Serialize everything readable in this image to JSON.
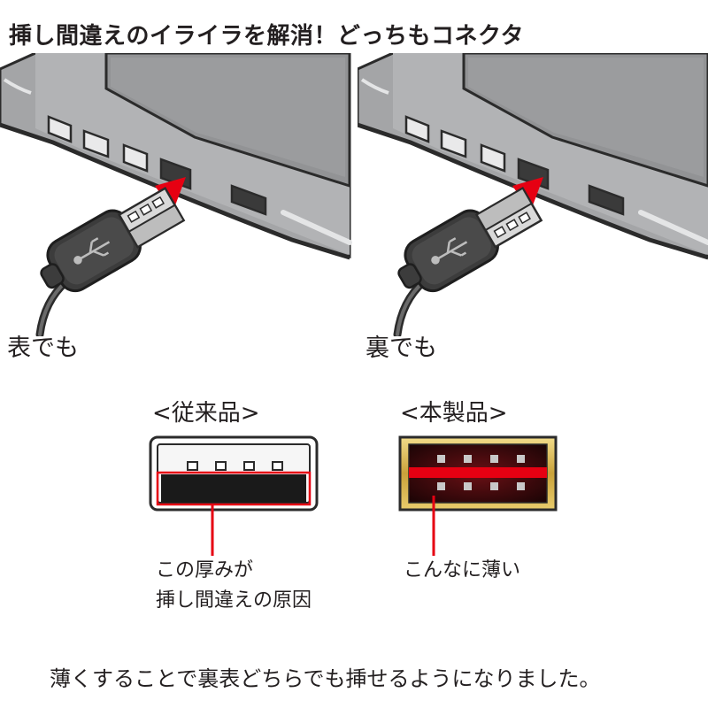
{
  "headline": "挿し間違えのイライラを解消！どっちもコネクタ",
  "panels": {
    "front_label": "表でも",
    "back_label": "裏でも"
  },
  "comparison": {
    "old_title": "<従来品>",
    "new_title": "<本製品>",
    "old_note_line1": "この厚みが",
    "old_note_line2": "挿し間違えの原因",
    "new_note": "こんなに薄い"
  },
  "bottom_caption": "薄くすることで裏表どちらでも挿せるようになりました。",
  "colors": {
    "accent_red": "#e60012",
    "laptop_gray": "#9c9d9f",
    "connector_gold": "#d4b24a",
    "insert_dark": "#1a1a1a"
  },
  "icons": [
    "usb-trident-icon",
    "insert-arrow-icon"
  ]
}
